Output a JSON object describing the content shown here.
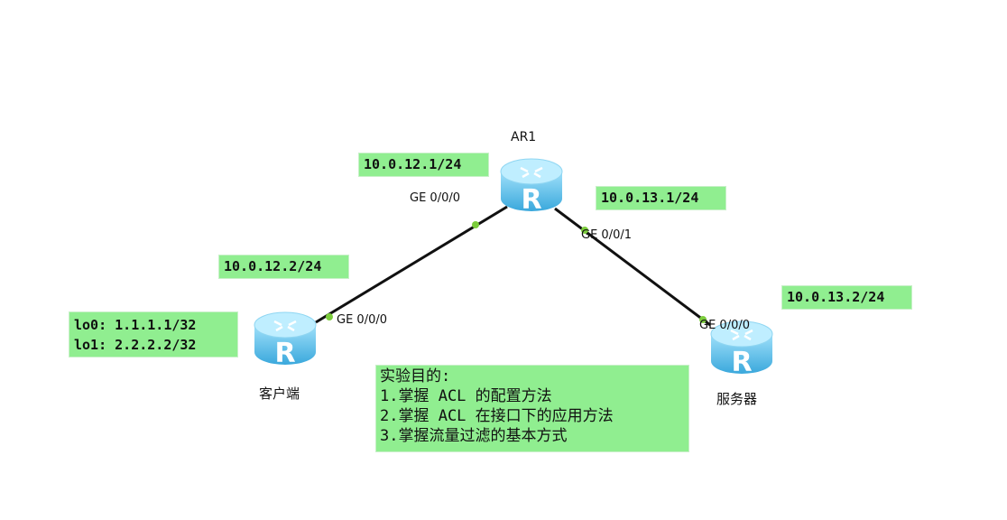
{
  "colors": {
    "label_bg": "#90ee90",
    "link": "#111111",
    "port_dot": "#7ccd3c",
    "router": "#5bbfe8"
  },
  "devices": {
    "ar1": {
      "name": "AR1",
      "icon": "router-icon"
    },
    "client": {
      "name": "客户端",
      "icon": "router-icon"
    },
    "server": {
      "name": "服务器",
      "icon": "router-icon"
    }
  },
  "ports": {
    "ar1_g000": "GE 0/0/0",
    "ar1_g001": "GE 0/0/1",
    "client_g000": "GE 0/0/0",
    "server_g000": "GE 0/0/0"
  },
  "ip_labels": {
    "ar1_g000": "10.0.12.1/24",
    "ar1_g001": "10.0.13.1/24",
    "client_g000": "10.0.12.2/24",
    "server_g000": "10.0.13.2/24",
    "lo0": "lo0: 1.1.1.1/32",
    "lo1": "lo1: 2.2.2.2/32"
  },
  "objectives": {
    "title": "实验目的:",
    "items": [
      "1.掌握 ACL 的配置方法",
      "2.掌握 ACL 在接口下的应用方法",
      "3.掌握流量过滤的基本方式"
    ]
  }
}
